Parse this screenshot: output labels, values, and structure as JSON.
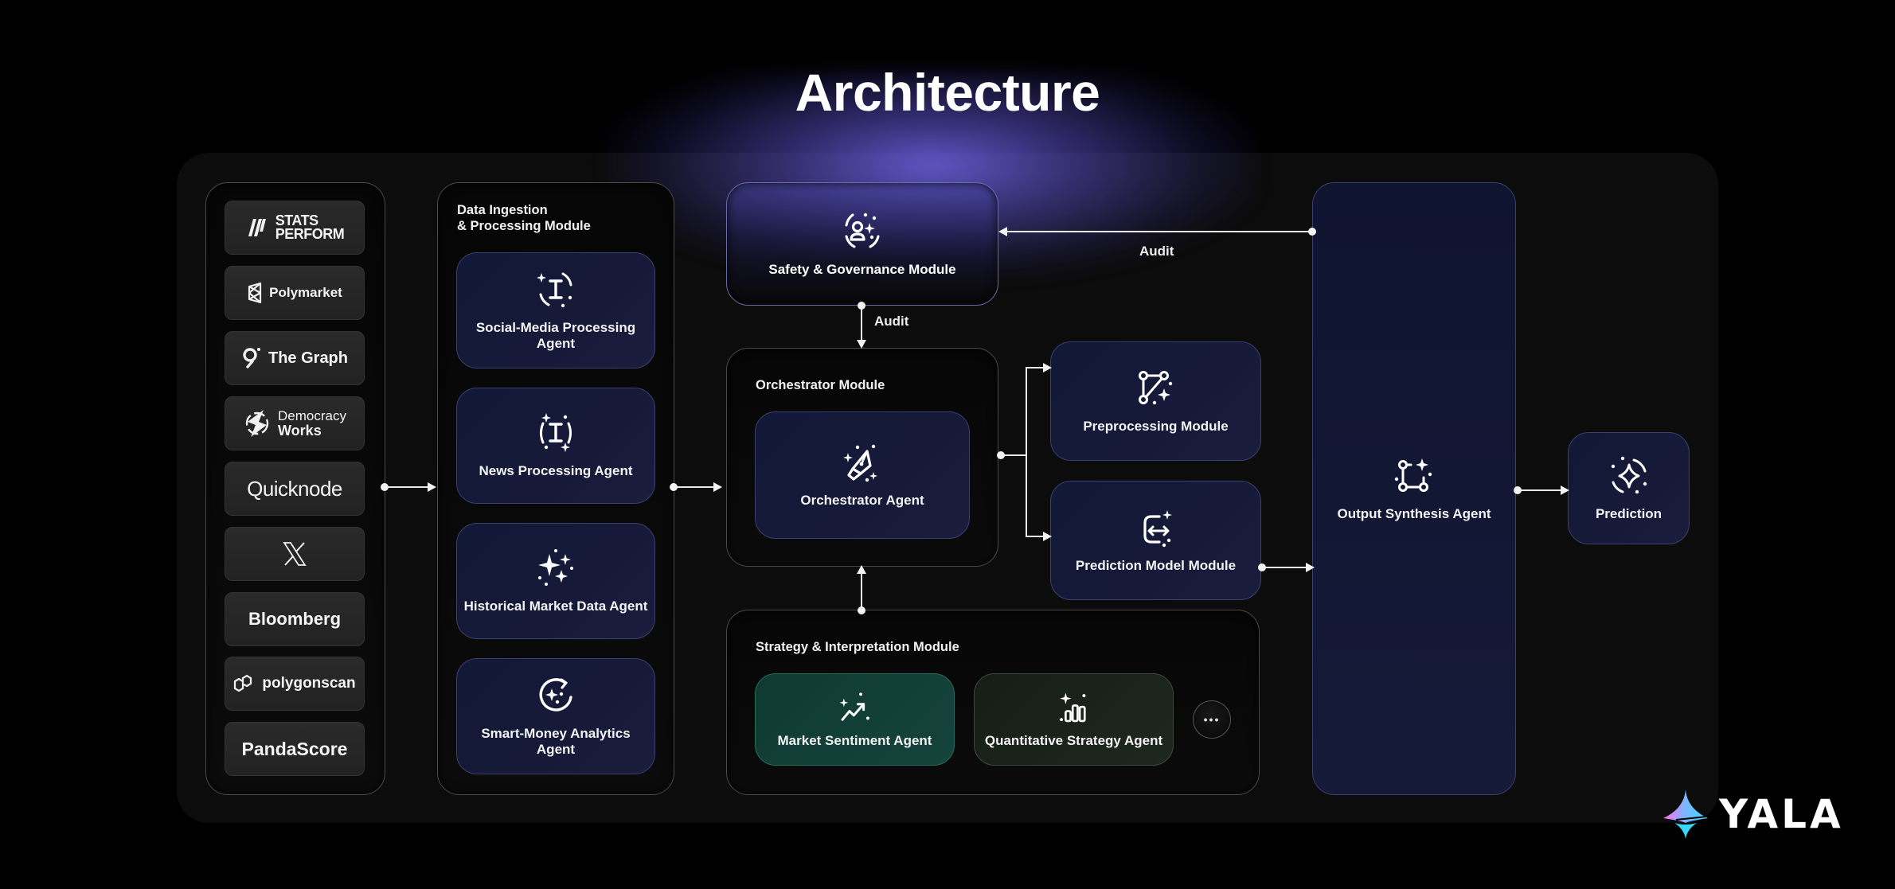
{
  "title": "Architecture",
  "data_sources": [
    {
      "name": "STATS PERFORM",
      "line1": "STATS",
      "line2": "PERFORM",
      "icon": "stats-perform-logo"
    },
    {
      "name": "Polymarket",
      "icon": "polymarket-logo"
    },
    {
      "name": "The Graph",
      "icon": "the-graph-logo"
    },
    {
      "name": "Democracy Works",
      "line1": "Democracy",
      "line2": "Works",
      "icon": "democracy-works-logo"
    },
    {
      "name": "Quicknode",
      "icon": "quicknode-logo"
    },
    {
      "name": "X",
      "icon": "x-logo"
    },
    {
      "name": "Bloomberg",
      "icon": "bloomberg-logo"
    },
    {
      "name": "polygonscan",
      "icon": "polygonscan-logo"
    },
    {
      "name": "PandaScore",
      "icon": "pandascore-logo"
    }
  ],
  "ingestion": {
    "label_line1": "Data Ingestion",
    "label_line2": "& Processing Module",
    "agents": [
      {
        "label": "Social-Media Processing Agent",
        "line1": "Social-Media Processing",
        "line2": "Agent",
        "icon": "text-cursor-sparkle-icon"
      },
      {
        "label": "News Processing Agent",
        "icon": "text-cursor-brackets-icon"
      },
      {
        "label": "Historical Market Data Agent",
        "icon": "sparkles-icon"
      },
      {
        "label": "Smart-Money Analytics Agent",
        "line1": "Smart-Money Analytics",
        "line2": "Agent",
        "icon": "refresh-sparkle-icon"
      }
    ]
  },
  "safety": {
    "label": "Safety & Governance Module",
    "icon": "user-sparkle-icon"
  },
  "orchestrator": {
    "label": "Orchestrator Module",
    "agent": {
      "label": "Orchestrator Agent",
      "icon": "pen-nib-sparkle-icon"
    }
  },
  "preprocessing": {
    "label": "Preprocessing Module",
    "icon": "vector-path-sparkle-icon"
  },
  "prediction_model": {
    "label": "Prediction Model Module",
    "icon": "swap-sparkle-icon"
  },
  "strategy": {
    "label": "Strategy & Interpretation Module",
    "agents": [
      {
        "label": "Market Sentiment Agent",
        "icon": "trend-up-sparkle-icon",
        "color": "#133c36"
      },
      {
        "label": "Quantitative Strategy Agent",
        "icon": "bar-chart-sparkle-icon",
        "color": "#1a2119"
      }
    ],
    "more_label": "•••"
  },
  "output": {
    "label": "Output Synthesis Agent",
    "icon": "nodes-sparkle-icon"
  },
  "prediction": {
    "label": "Prediction",
    "icon": "star-sparkle-icon"
  },
  "edges": {
    "audit_top": "Audit",
    "audit_vertical": "Audit"
  },
  "brand": {
    "name": "YALA",
    "accent_from": "#ff6ef0",
    "accent_to": "#35d8ff"
  },
  "colors": {
    "card_blue": "#141a3a",
    "panel_border": "#4a4a4a",
    "glow": "#6a5fe0"
  }
}
